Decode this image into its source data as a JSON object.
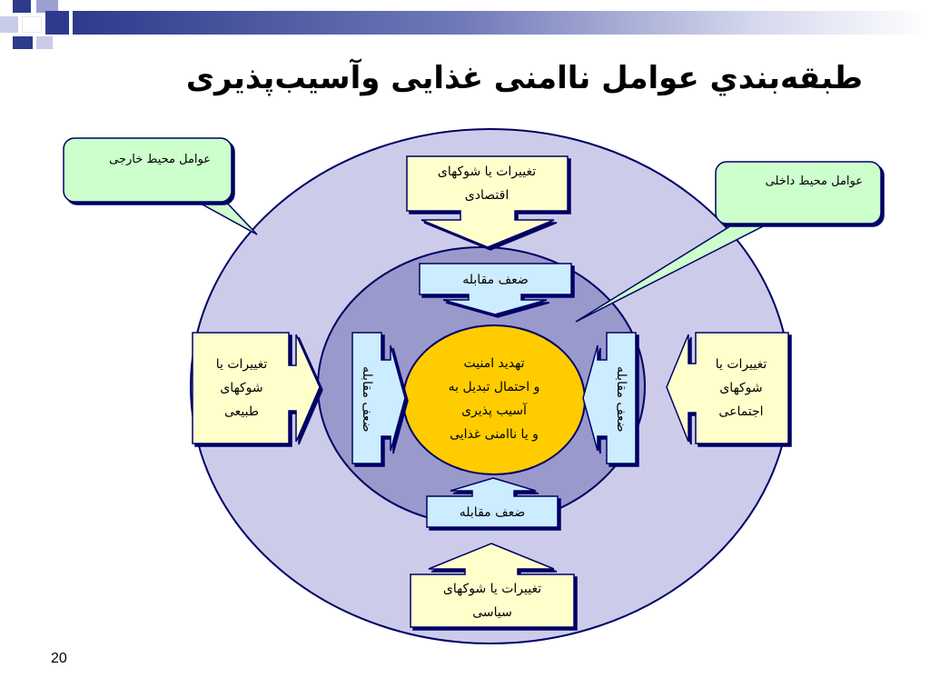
{
  "slide": {
    "title": "طبقه‌بندي عوامل ناامنی غذایی وآسیب‌پذیری",
    "page_number": "20"
  },
  "callouts": {
    "external": "عوامل محیط خارجی",
    "internal": "عوامل محیط داخلی"
  },
  "outer_factors": {
    "economic_line1": "تغییرات یا شوکهای",
    "economic_line2": "اقتصادی",
    "natural_line1": "تغییرات یا",
    "natural_line2": "شوکهای",
    "natural_line3": "طبیعی",
    "social_line1": "تغییرات یا",
    "social_line2": "شوکهای",
    "social_line3": "اجتماعی",
    "political_line1": "تغییرات یا شوکهای",
    "political_line2": "سیاسی"
  },
  "coping": {
    "top": "ضعف مقابله",
    "bottom": "ضعف مقابله",
    "left": "ضعف مقابله",
    "right": "ضعف مقابله"
  },
  "center": {
    "line1": "تهدید امنیت",
    "line2": "و احتمال تبدیل به",
    "line3": "آسیب پذیری",
    "line4": "و یا ناامنی غذایی"
  },
  "colors": {
    "outer_ellipse": "#ccccea",
    "inner_ellipse": "#9999cc",
    "center_ellipse": "#ffcc00",
    "factor_box": "#ffffcc",
    "coping_box": "#ccecff",
    "callout": "#ccffcc",
    "outline": "#000066"
  }
}
